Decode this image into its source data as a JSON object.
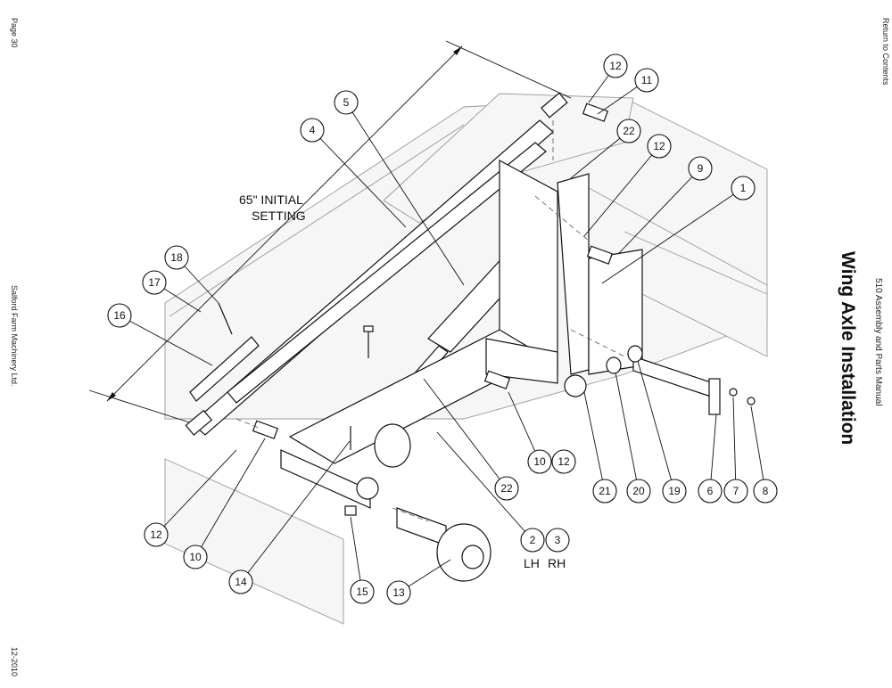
{
  "page": {
    "page_number": "Page 30",
    "company": "Salford Farm Machinery Ltd.",
    "date": "12-2010",
    "return_link": "Return to Contents",
    "manual": "510 Assembly and Parts Manual",
    "title": "Wing Axle Installation"
  },
  "diagram": {
    "dimension_label_line1": "65\" INITIAL",
    "dimension_label_line2": "SETTING",
    "side_lh": "LH",
    "side_rh": "RH",
    "callouts": [
      "1",
      "2",
      "3",
      "4",
      "5",
      "6",
      "7",
      "8",
      "9",
      "10",
      "10",
      "11",
      "12",
      "12",
      "12",
      "12",
      "13",
      "14",
      "15",
      "16",
      "17",
      "18",
      "19",
      "20",
      "21",
      "22",
      "22"
    ]
  }
}
